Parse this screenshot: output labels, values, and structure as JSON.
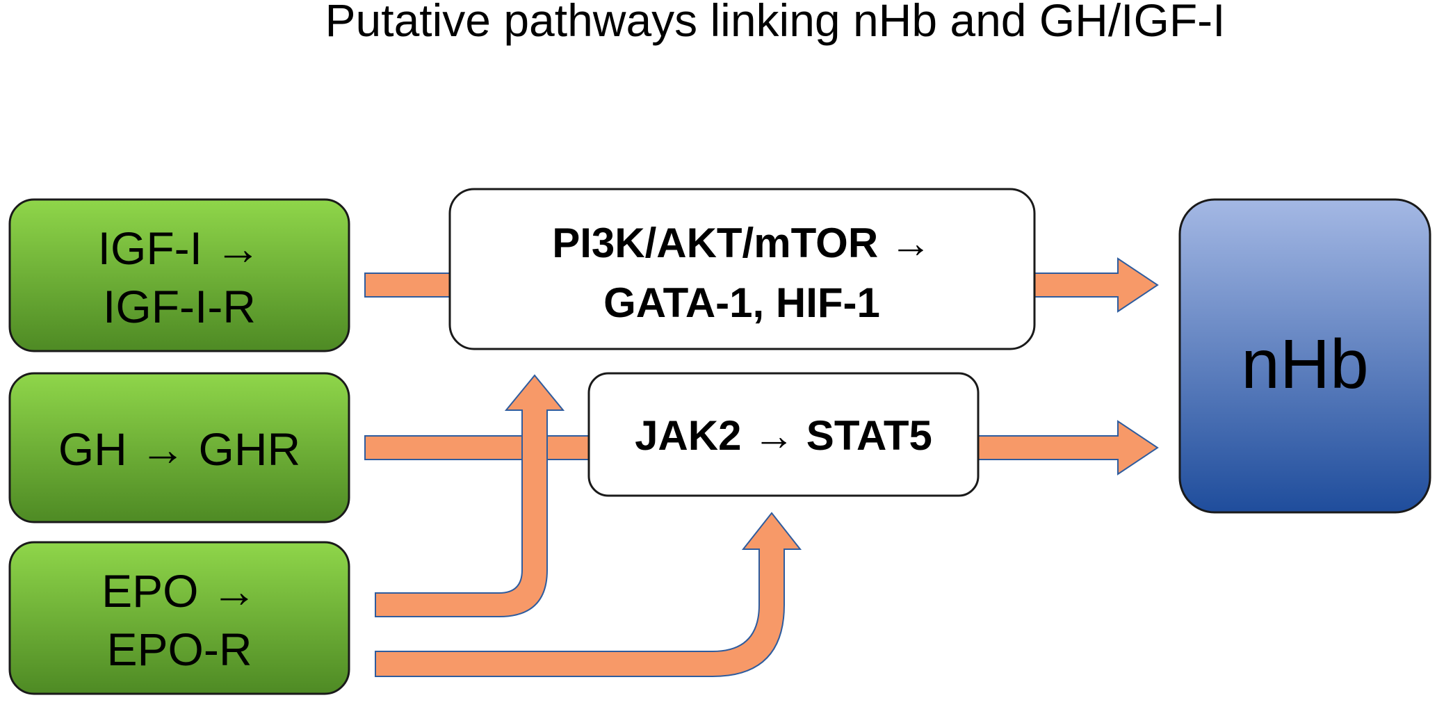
{
  "title": "Putative pathways linking nHb and GH/IGF-I",
  "colors": {
    "green_top": "#8FD64A",
    "green_bottom": "#4E8A24",
    "blue_top": "#A4B8E4",
    "blue_bottom": "#1F4D9C",
    "arrow_fill": "#F79968",
    "arrow_stroke": "#2E5C9E"
  },
  "nodes": {
    "igf": {
      "line1": "IGF-I →",
      "line2": "IGF-I-R"
    },
    "gh": {
      "line1": "GH → GHR"
    },
    "epo": {
      "line1": "EPO →",
      "line2": "EPO-R"
    },
    "pi3k": {
      "line1": "PI3K/AKT/mTOR →",
      "line2": "GATA-1, HIF-1"
    },
    "jak": {
      "line1": "JAK2 → STAT5"
    },
    "nhb": {
      "label": "nHb"
    }
  }
}
